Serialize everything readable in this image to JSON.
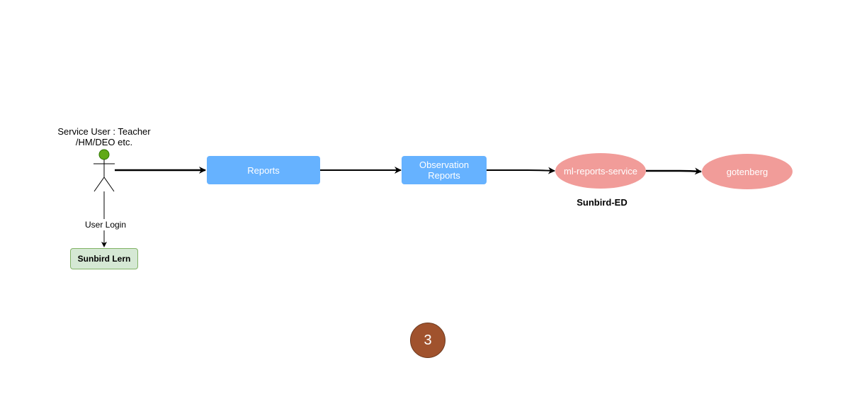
{
  "actor": {
    "label": "Service User : Teacher /HM/DEO etc."
  },
  "nodes": {
    "reports": "Reports",
    "observation_reports": "Observation Reports",
    "ml_reports_service": "ml-reports-service",
    "gotenberg": "gotenberg",
    "sunbird_lern": "Sunbird Lern"
  },
  "edge_labels": {
    "user_login": "User Login"
  },
  "group_label": "Sunbird-ED",
  "step_number": "3",
  "colors": {
    "actor_head": "#60a917",
    "blue_node": "#66b2ff",
    "pink_node": "#f19c99",
    "green_node_fill": "#d5e8d4",
    "green_node_border": "#82b366",
    "step_badge": "#a0522d"
  }
}
